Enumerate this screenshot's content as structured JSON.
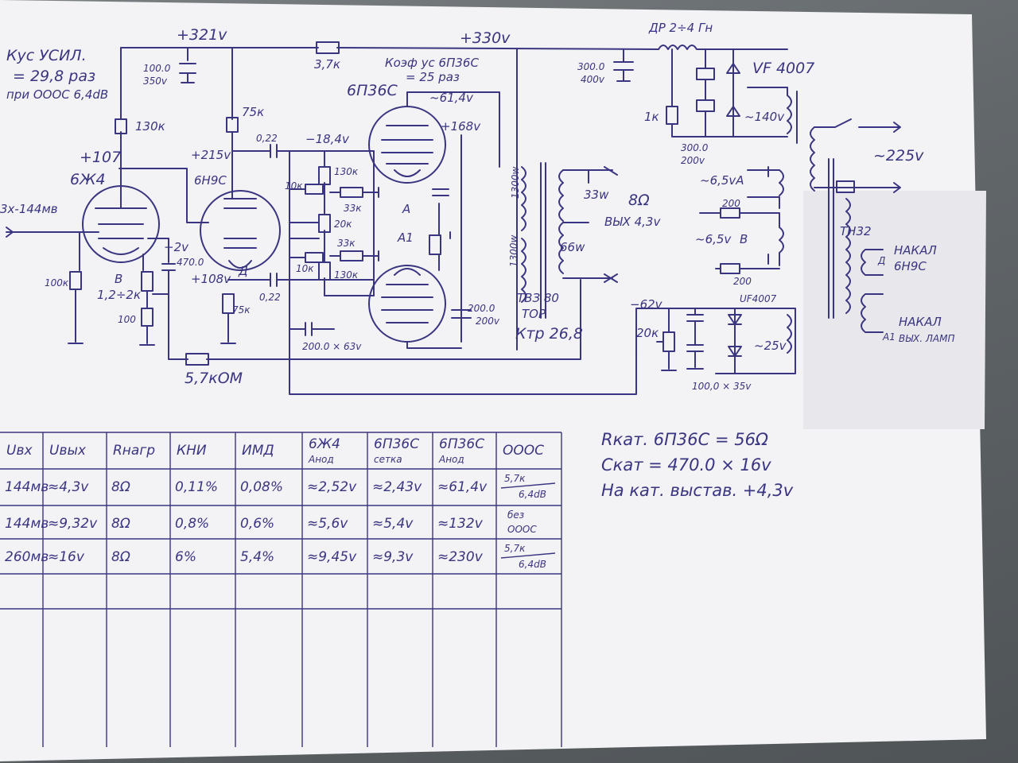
{
  "gain_note": {
    "line1": "Кус УСИЛ.",
    "line2": "= 29,8 раз",
    "line3": "при ОООС 6,4dB"
  },
  "voltages": {
    "v321": "+321v",
    "v330": "+330v",
    "v107": "+107",
    "v215": "+215v",
    "v108": "+108v",
    "v2": "+2v",
    "v168": "+168v",
    "vneg18": "−18,4v",
    "v61": "~61,4v",
    "vneg62": "−62v"
  },
  "tubes": {
    "t1": "6Ж4",
    "t2": "6Н9С",
    "t3": "6П36С",
    "heater_a": "A",
    "heater_a1": "A1",
    "heater_b": "В",
    "heater_d": "Д"
  },
  "coef": {
    "line1": "Коэф ус 6П36С",
    "line2": "= 25 раз"
  },
  "components": {
    "c1": "100.0",
    "c1v": "350v",
    "r37": "3,7к",
    "r130a": "130к",
    "r75a": "75к",
    "c022a": "0,22",
    "c022b": "0,22",
    "r75b": "75к",
    "r100k": "100к",
    "r12": "1,2÷2к",
    "r100": "100",
    "c470": "470.0",
    "r57": "5,7кОМ",
    "r10a": "10к",
    "r10b": "10к",
    "r130b": "130к",
    "r130c": "130к",
    "r20": "20к",
    "r33a": "33к",
    "r33b": "33к",
    "c200x63": "200.0 × 63v",
    "c200": "200.0",
    "c200v": "200v",
    "choke": "ДР 2÷4 Гн",
    "diode1": "VF 4007",
    "c300": "300.0",
    "c300v": "400v",
    "r1k": "1к",
    "c300b": "300.0",
    "c300bv": "200v",
    "v140": "~140v",
    "v225": "~225v",
    "v65a": "~6,5vA",
    "v65b": "~6,5v",
    "hb": "В",
    "r200a": "200",
    "r200b": "200",
    "r20b": "20к",
    "diode2": "UF4007",
    "v25": "~25v",
    "c100x35": "100,0 × 35v",
    "w1300a": "1300w",
    "w1300b": "1300w",
    "w33": "33w",
    "w66": "66w",
    "out_ohm": "8Ω",
    "out_v": "ВЫХ 4,3v",
    "tv1": "ТВЗ 80",
    "tv2": "ТОР",
    "tv3": "Ктр 26,8",
    "tn": "ТН32",
    "nakal1": "НАКАЛ",
    "nakal1b": "6Н9С",
    "nakal2": "НАКАЛ",
    "nakal2b": "ВЫХ. ЛАМП",
    "nd": "Д",
    "na1": "A1"
  },
  "input_label": "3х-144мв",
  "table": {
    "headers": [
      "Uвх",
      "Uвых",
      "Rнагр",
      "КНИ",
      "ИМД",
      "6Ж4 Анод",
      "6П36С сетка",
      "6П36С Анод",
      "ОООС"
    ],
    "rows": [
      [
        "144мв",
        "≈4,3v",
        "8Ω",
        "0,11%",
        "0,08%",
        "≈2,52v",
        "≈2,43v",
        "≈61,4v",
        "5,7к / 6,4dB"
      ],
      [
        "144мв",
        "≈9,32v",
        "8Ω",
        "0,8%",
        "0,6%",
        "≈5,6v",
        "≈5,4v",
        "≈132v",
        "без ОООС"
      ],
      [
        "260мв",
        "≈16v",
        "8Ω",
        "6%",
        "5,4%",
        "≈9,45v",
        "≈9,3v",
        "≈230v",
        "5,7к / 6,4dB"
      ]
    ]
  },
  "notes": {
    "n1": "Rкат. 6П36С = 56Ω",
    "n2": "Скат = 470.0 × 16v",
    "n3": "На кат. выстав. +4,3v"
  }
}
